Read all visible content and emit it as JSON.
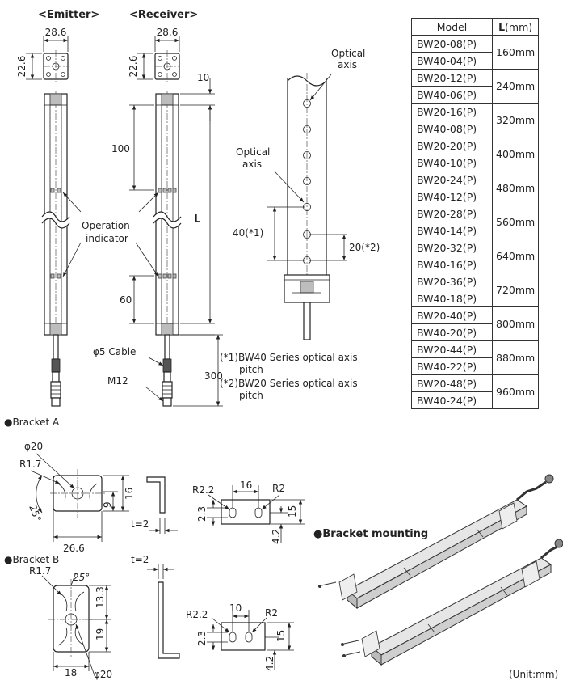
{
  "labels": {
    "emitter": "<Emitter>",
    "receiver": "<Receiver>",
    "dim_28_6": "28.6",
    "dim_22_6": "22.6",
    "dim_10": "10",
    "dim_100": "100",
    "dim_60": "60",
    "dim_L": "L",
    "dim_300": "300",
    "operation_indicator_1": "Operation",
    "operation_indicator_2": "indicator",
    "cable": "φ5 Cable",
    "m12": "M12",
    "optical_axis": "Optical axis",
    "optical_axis_1": "Optical",
    "optical_axis_2": "axis",
    "pitch_40": "40(*1)",
    "pitch_20": "20(*2)",
    "note1_line1": "(*1)BW40 Series optical axis",
    "note1_line2": "pitch",
    "note2_line1": "(*2)BW20 Series optical axis",
    "note2_line2": "pitch",
    "bracket_a": "●Bracket A",
    "bracket_b": "●Bracket B",
    "bracket_mounting": "●Bracket mounting",
    "unit": "(Unit:mm)",
    "a_phi20": "φ20",
    "a_r17": "R1.7",
    "a_25": "25°",
    "a_16": "16",
    "a_9": "9",
    "a_26_6": "26.6",
    "a_t2": "t=2",
    "a_r22": "R2.2",
    "a_16b": "16",
    "a_r2": "R2",
    "a_2_3": "2.3",
    "a_4_2": "4.2",
    "a_15": "15",
    "b_25": "25°",
    "b_r17": "R1.7",
    "b_13_3": "13.3",
    "b_19": "19",
    "b_18": "18",
    "b_phi20": "φ20",
    "b_t2": "t=2",
    "b_r22": "R2.2",
    "b_10": "10",
    "b_r2": "R2",
    "b_2_3": "2.3",
    "b_4_2": "4.2",
    "b_15": "15"
  },
  "table": {
    "header_model": "Model",
    "header_L": "L",
    "header_unit": "(mm)",
    "rows": [
      {
        "models": [
          "BW20-08(P)",
          "BW40-04(P)"
        ],
        "length": "160mm"
      },
      {
        "models": [
          "BW20-12(P)",
          "BW40-06(P)"
        ],
        "length": "240mm"
      },
      {
        "models": [
          "BW20-16(P)",
          "BW40-08(P)"
        ],
        "length": "320mm"
      },
      {
        "models": [
          "BW20-20(P)",
          "BW40-10(P)"
        ],
        "length": "400mm"
      },
      {
        "models": [
          "BW20-24(P)",
          "BW40-12(P)"
        ],
        "length": "480mm"
      },
      {
        "models": [
          "BW20-28(P)",
          "BW40-14(P)"
        ],
        "length": "560mm"
      },
      {
        "models": [
          "BW20-32(P)",
          "BW40-16(P)"
        ],
        "length": "640mm"
      },
      {
        "models": [
          "BW20-36(P)",
          "BW40-18(P)"
        ],
        "length": "720mm"
      },
      {
        "models": [
          "BW20-40(P)",
          "BW40-20(P)"
        ],
        "length": "800mm"
      },
      {
        "models": [
          "BW20-44(P)",
          "BW40-22(P)"
        ],
        "length": "880mm"
      },
      {
        "models": [
          "BW20-48(P)",
          "BW40-24(P)"
        ],
        "length": "960mm"
      }
    ]
  },
  "colors": {
    "line": "#222222",
    "accent_gray": "#bdbdbd",
    "bg": "#ffffff"
  }
}
